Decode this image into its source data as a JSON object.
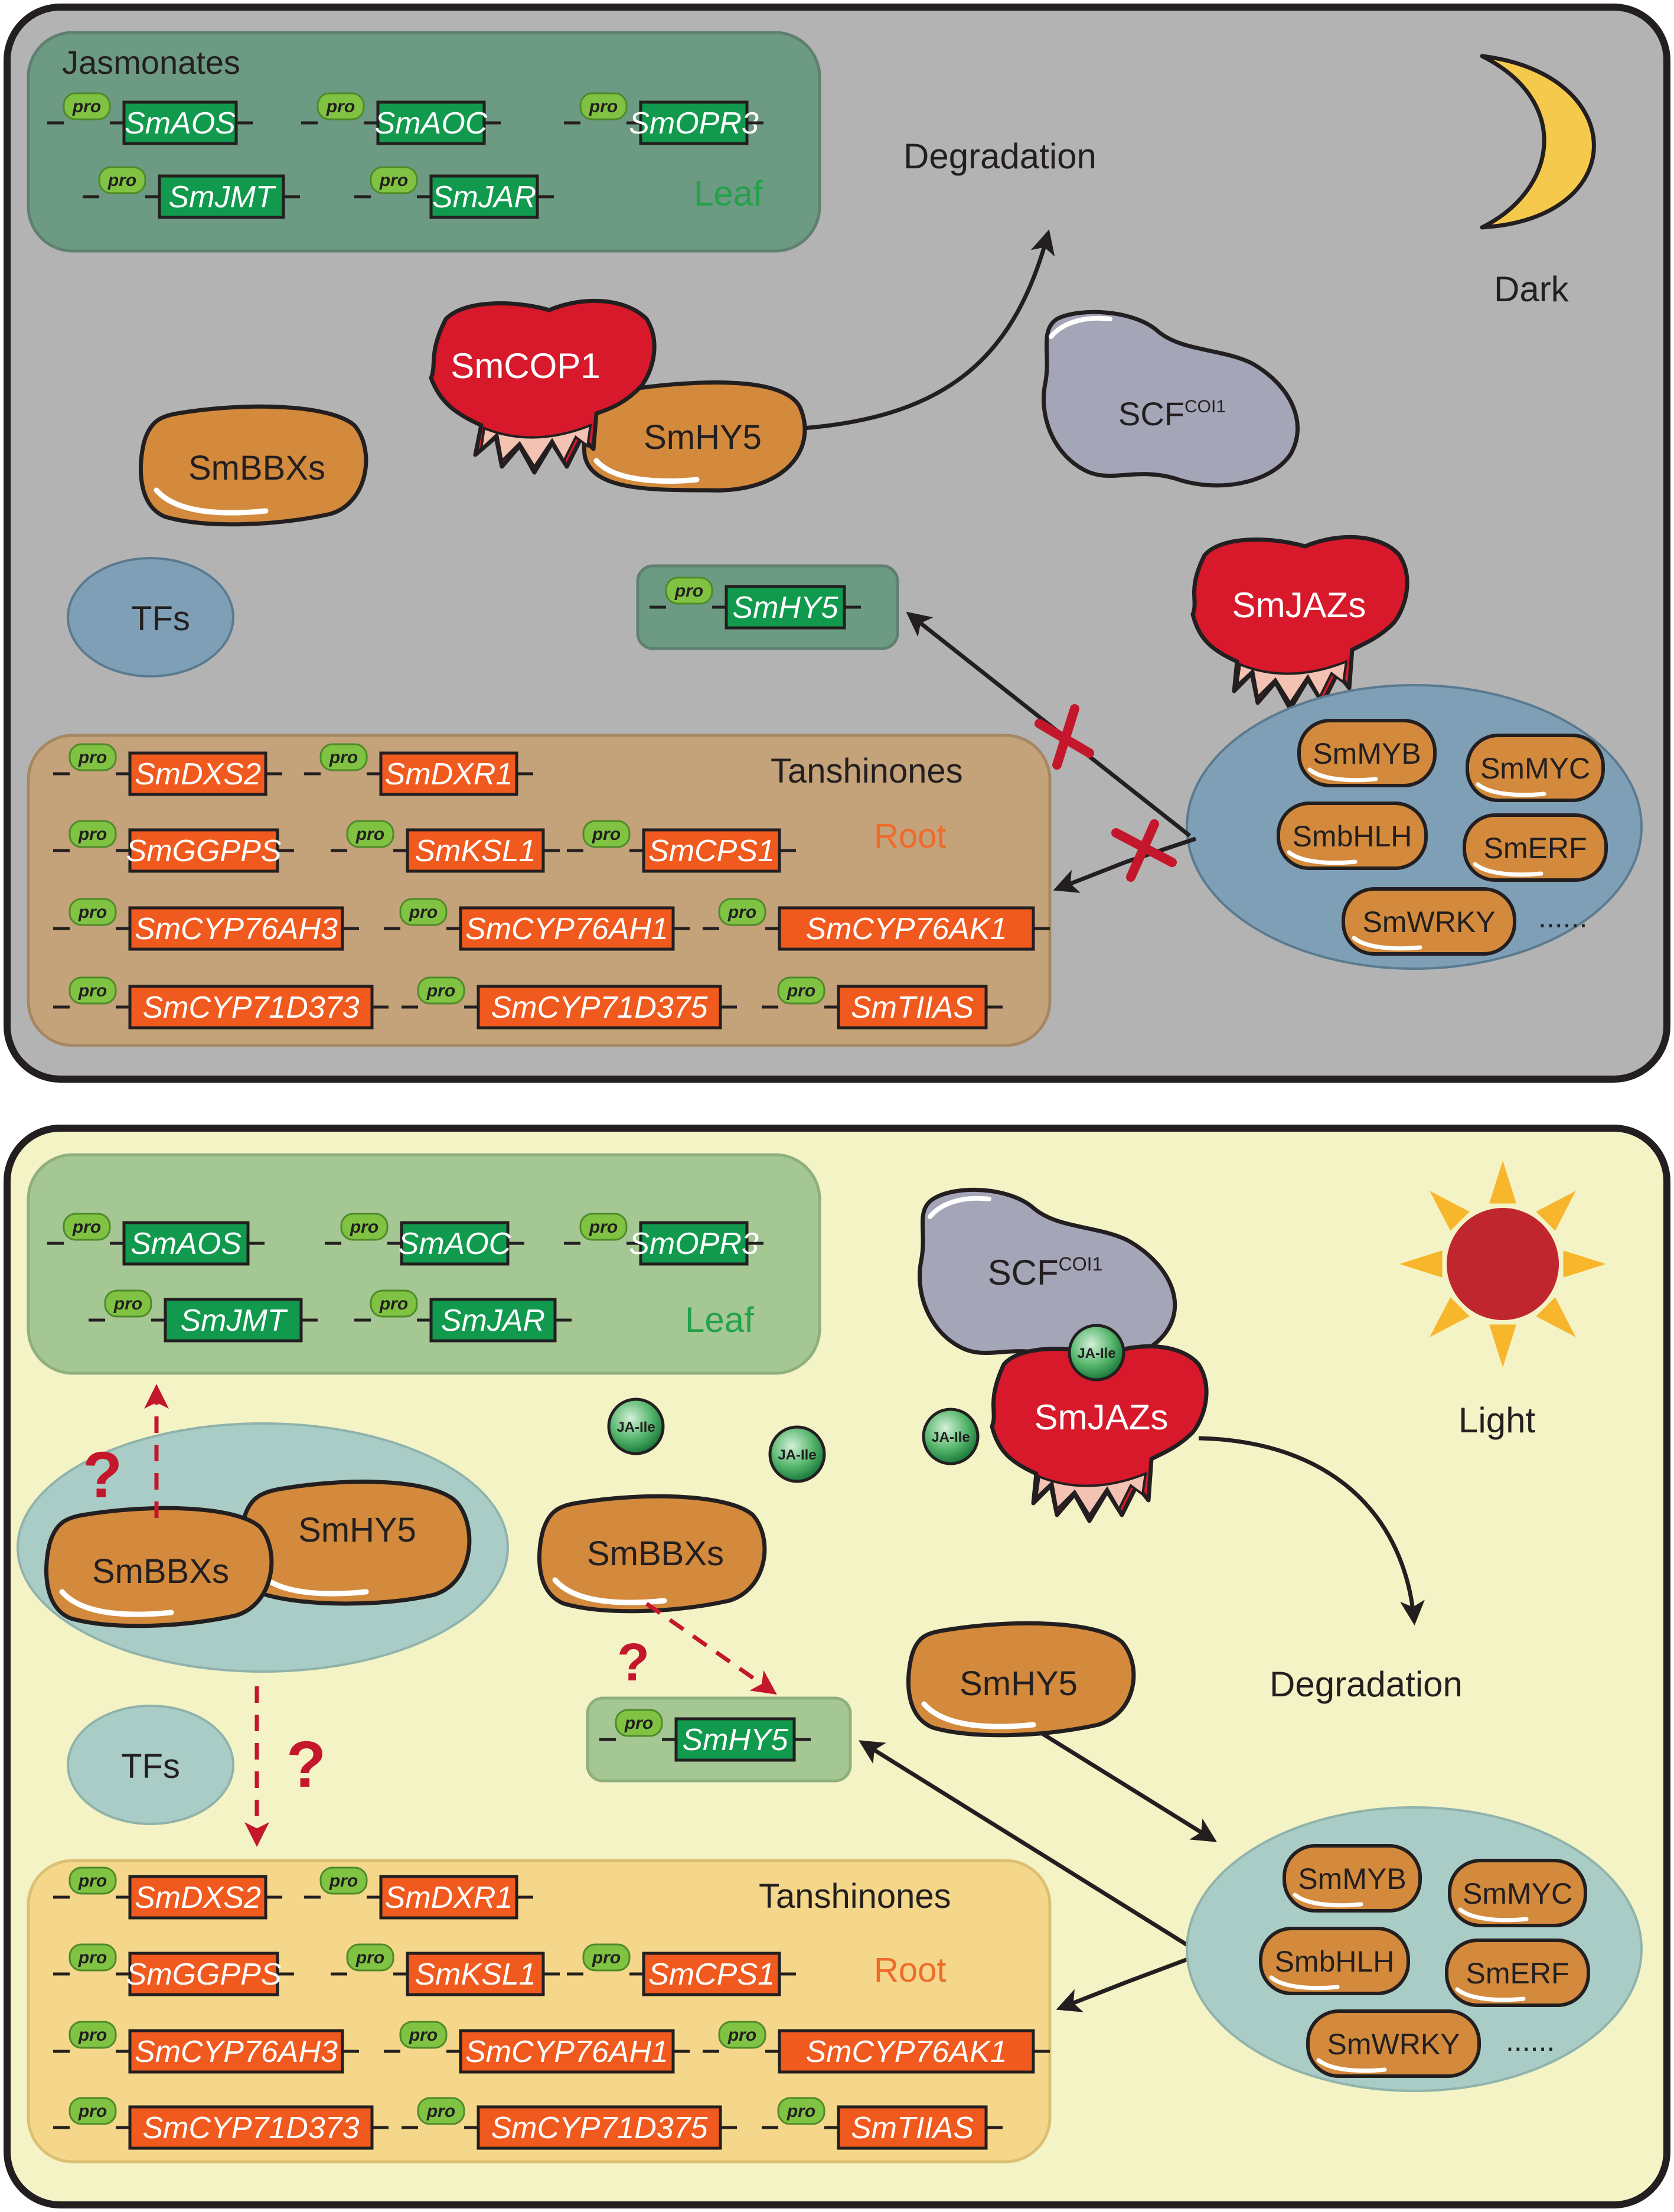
{
  "promoter_label": "pro",
  "dark_panel": {
    "condition_label": "Dark",
    "degradation_label": "Degradation",
    "jasmonate_box": {
      "title": "Jasmonates",
      "tissue": "Leaf",
      "genes_row1": [
        "SmAOS",
        "SmAOC",
        "SmOPR3"
      ],
      "genes_row2": [
        "SmJMT",
        "SmJAR"
      ]
    },
    "smcop1_label": "SmCOP1",
    "smhy5_label": "SmHY5",
    "smbbxs_label": "SmBBXs",
    "tfs_label": "TFs",
    "scf_label": "SCF",
    "scf_superscript": "COI1",
    "target_gene": "SmHY5",
    "smjazs_label": "SmJAZs",
    "tf_cluster": [
      "SmMYB",
      "SmMYC",
      "SmbHLH",
      "SmERF",
      "SmWRKY"
    ],
    "tf_cluster_more": "......",
    "tanshinone_box": {
      "title": "Tanshinones",
      "tissue": "Root",
      "genes_row1": [
        "SmDXS2",
        "SmDXR1"
      ],
      "genes_row2": [
        "SmGGPPS",
        "SmKSL1",
        "SmCPS1"
      ],
      "genes_row3": [
        "SmCYP76AH3",
        "SmCYP76AH1",
        "SmCYP76AK1"
      ],
      "genes_row4": [
        "SmCYP71D373",
        "SmCYP71D375",
        "SmTIIAS"
      ]
    }
  },
  "light_panel": {
    "condition_label": "Light",
    "degradation_label": "Degradation",
    "jasmonate_box": {
      "tissue": "Leaf",
      "genes_row1": [
        "SmAOS",
        "SmAOC",
        "SmOPR3"
      ],
      "genes_row2": [
        "SmJMT",
        "SmJAR"
      ]
    },
    "complex_bbx_label": "SmBBXs",
    "complex_hy5_label": "SmHY5",
    "question_mark": "?",
    "tfs_label": "TFs",
    "ja_ile_label": "JA-Ile",
    "smbbxs_label": "SmBBXs",
    "target_gene": "SmHY5",
    "scf_label": "SCF",
    "scf_superscript": "COI1",
    "smjazs_label": "SmJAZs",
    "smhy5_label": "SmHY5",
    "tf_cluster": [
      "SmMYB",
      "SmMYC",
      "SmbHLH",
      "SmERF",
      "SmWRKY"
    ],
    "tf_cluster_more": "......",
    "tanshinone_box": {
      "title": "Tanshinones",
      "tissue": "Root",
      "genes_row1": [
        "SmDXS2",
        "SmDXR1"
      ],
      "genes_row2": [
        "SmGGPPS",
        "SmKSL1",
        "SmCPS1"
      ],
      "genes_row3": [
        "SmCYP76AH3",
        "SmCYP76AH1",
        "SmCYP76AK1"
      ],
      "genes_row4": [
        "SmCYP71D373",
        "SmCYP71D375",
        "SmTIIAS"
      ]
    }
  },
  "colors": {
    "dark_bg": "#b3b3b3",
    "light_bg": "#f4f3c6",
    "jasmonate_box_dark": "#6d9a82",
    "jasmonate_box_light": "#a5c793",
    "tanshinone_box_dark": "#c4a27a",
    "tanshinone_box_light": "#f4d78a",
    "green_gene": "#119a4d",
    "orange_gene": "#f05a1e",
    "promoter": "#80c342",
    "leaf_text": "#22a24a",
    "root_text": "#f06a2a",
    "bean": "#d38a3c",
    "smcop1": "#d7192b",
    "scf": "#a5a5b8",
    "tf_blue": "#7f9fb7",
    "tf_teal_light": "#a9cdc6",
    "repression_mark": "#c4172b",
    "question": "#c4172b",
    "sun": "#c0262d",
    "sun_ray": "#f7b62b",
    "moon": "#f5c94c",
    "ja_ile": "#1e9a48"
  }
}
